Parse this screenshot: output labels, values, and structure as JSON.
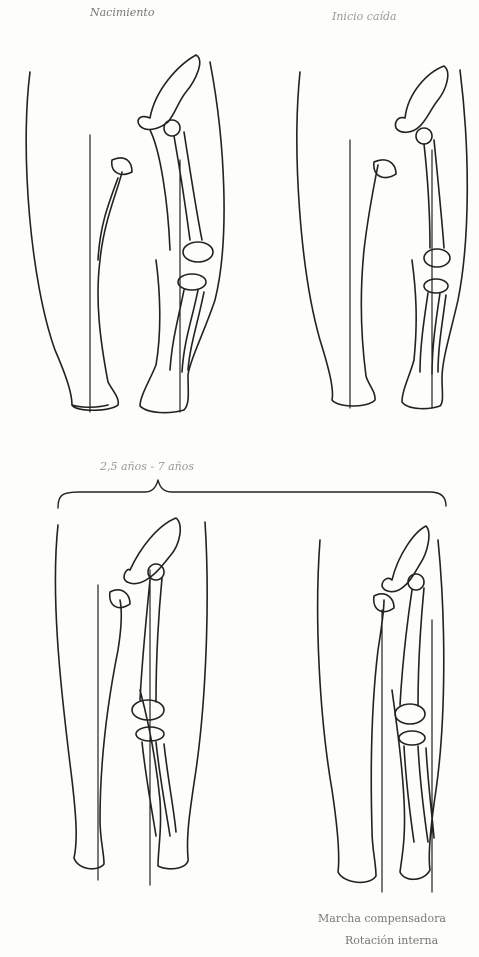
{
  "labels": {
    "nacimiento": "Nacimiento",
    "inicio_caida": "Inicio caída",
    "edad_rango": "2,5 años - 7 años",
    "marcha": "Marcha compensadora",
    "rotacion": "Rotación interna"
  },
  "colors": {
    "line": "#222222",
    "caption": "#777777",
    "paper": "#fdfdfb"
  },
  "figures": [
    {
      "id": "birth",
      "label_key": "nacimiento"
    },
    {
      "id": "fall-onset",
      "label_key": "inicio_caida"
    },
    {
      "id": "age-2-5-left",
      "label_key": "edad_rango"
    },
    {
      "id": "compensatory-gait",
      "label_key": "marcha"
    }
  ]
}
